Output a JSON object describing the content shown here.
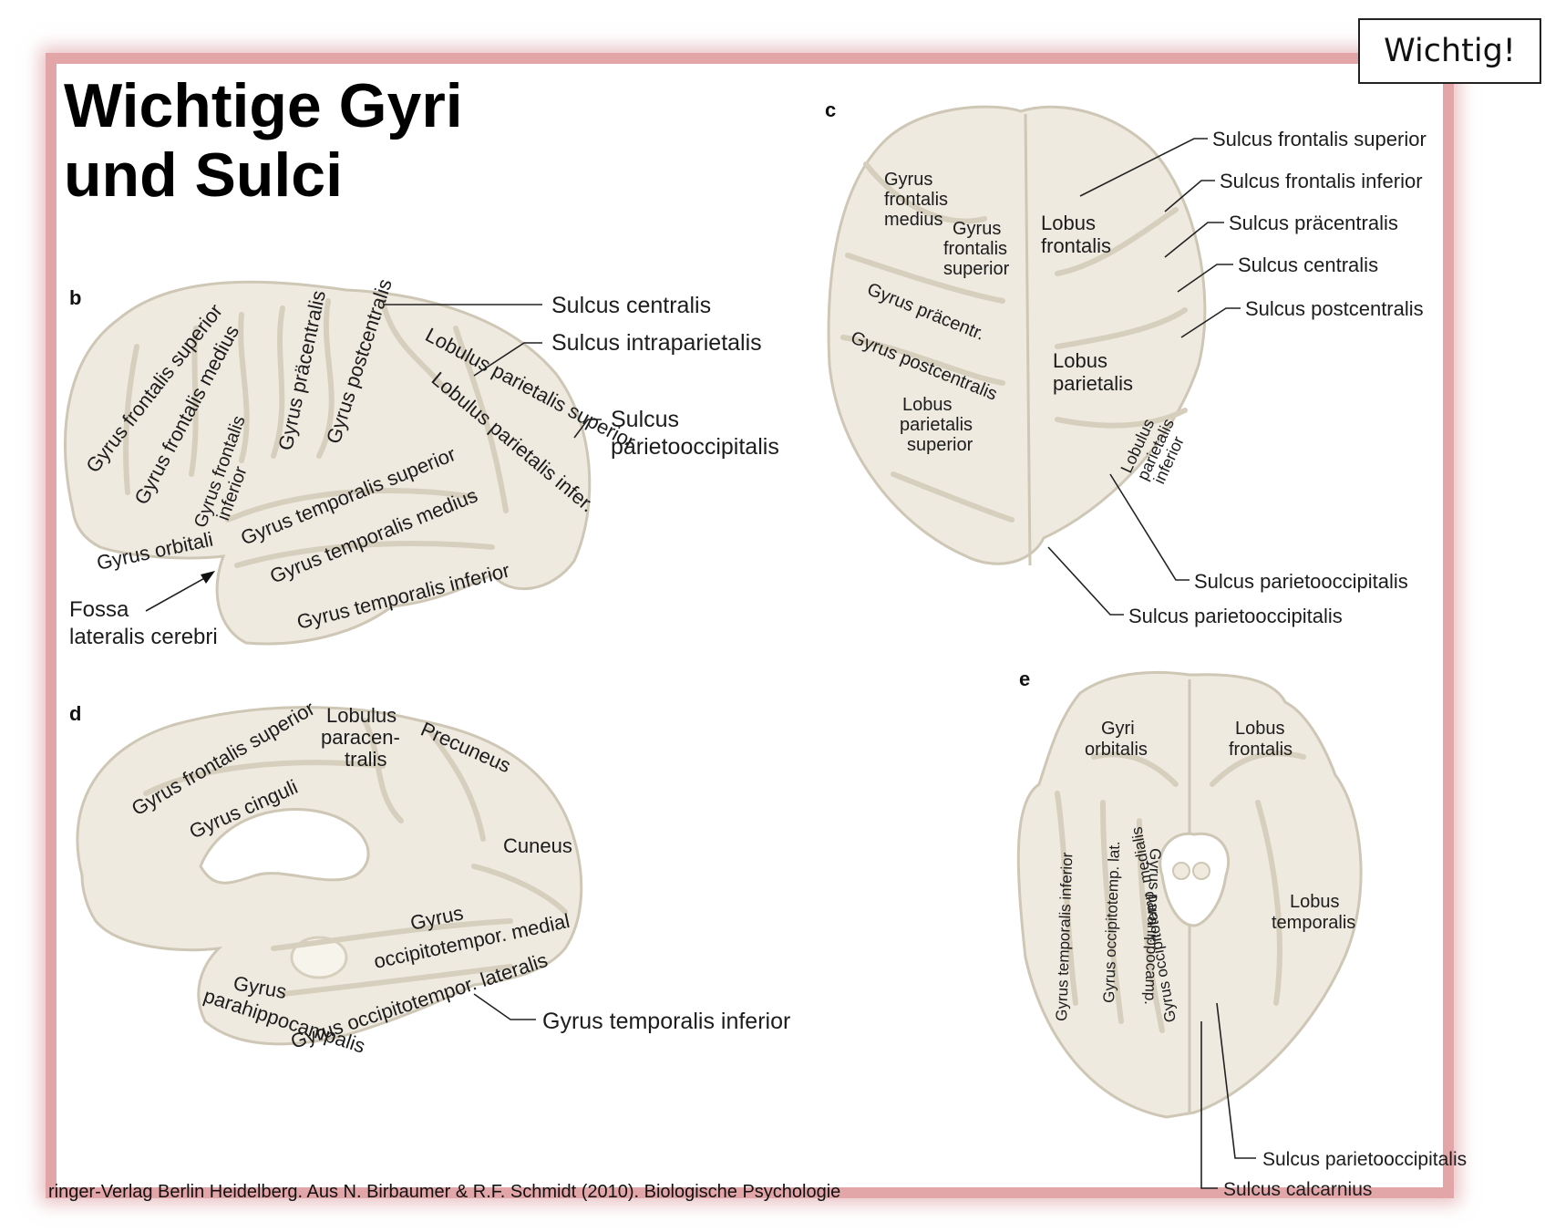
{
  "title_lines": [
    "Wichtige Gyri",
    "und Sulci"
  ],
  "badge": "Wichtig!",
  "footer": "ringer-Verlag Berlin Heidelberg. Aus N. Birbaumer & R.F. Schmidt (2010). Biologische Psychologie",
  "panels": {
    "b": {
      "letter": "b",
      "labels": {
        "gyrus_frontalis_superior": "Gyrus frontalis superior",
        "gyrus_frontalis_medius": "Gyrus frontalis medius",
        "gyrus_frontalis_inferior_1": "Gyrus frontalis",
        "gyrus_frontalis_inferior_2": "inferior",
        "gyrus_praecentralis": "Gyrus präcentralis",
        "gyrus_postcentralis": "Gyrus postcentralis",
        "lobulus_parietalis_superior": "Lobulus parietalis superior",
        "lobulus_parietalis_infer": "Lobulus parietalis infer.",
        "gyrus_temporalis_superior": "Gyrus temporalis superior",
        "gyrus_temporalis_medius": "Gyrus temporalis medius",
        "gyrus_temporalis_inferior": "Gyrus temporalis inferior",
        "gyrus_orbitali": "Gyrus orbitali",
        "fossa_1": "Fossa",
        "fossa_2": "lateralis cerebri",
        "sulcus_centralis": "Sulcus centralis",
        "sulcus_intraparietalis": "Sulcus intraparietalis",
        "sulcus_parietooccipitalis_1": "Sulcus",
        "sulcus_parietooccipitalis_2": "parietooccipitalis"
      }
    },
    "c": {
      "letter": "c",
      "labels": {
        "gyrus_frontalis_medius": [
          "Gyrus",
          "frontalis",
          "medius"
        ],
        "gyrus_frontalis_superior": [
          "Gyrus",
          "frontalis",
          "superior"
        ],
        "lobus_frontalis": [
          "Lobus",
          "frontalis"
        ],
        "gyrus_praecentr": "Gyrus präcentr.",
        "gyrus_postcentralis": "Gyrus postcentralis",
        "lobus_parietalis_superior": [
          "Lobus",
          "parietalis",
          "superior"
        ],
        "lobus_parietalis": [
          "Lobus",
          "parietalis"
        ],
        "lobulus_parietalis_inferior": [
          "Lobulus",
          "parietalis",
          "inferior"
        ],
        "sulcus_frontalis_superior": "Sulcus frontalis superior",
        "sulcus_frontalis_inferior": "Sulcus frontalis inferior",
        "sulcus_praecentralis": "Sulcus präcentralis",
        "sulcus_centralis": "Sulcus centralis",
        "sulcus_postcentralis": "Sulcus postcentralis",
        "sulcus_parietooccipitalis_a": "Sulcus parietooccipitalis",
        "sulcus_parietooccipitalis_b": "Sulcus parietooccipitalis"
      }
    },
    "d": {
      "letter": "d",
      "labels": {
        "gyrus_frontalis_superior": "Gyrus frontalis superior",
        "lobulus_paracentralis": [
          "Lobulus",
          "paracen-",
          "tralis"
        ],
        "precuneus": "Precuneus",
        "gyrus_cinguli": "Gyrus cinguli",
        "cuneus": "Cuneus",
        "gyrus_occipitotempor_medial": [
          "Gyrus",
          "occipitotempor. medial"
        ],
        "gyrus_parahippocampalis": [
          "Gyrus",
          "parahippocampalis"
        ],
        "gyrus_occipitotempor_lateralis": "Gyrus occipitotempor. lateralis",
        "gyrus_temporalis_inferior": "Gyrus temporalis inferior"
      }
    },
    "e": {
      "letter": "e",
      "labels": {
        "gyri_orbitalis": [
          "Gyri",
          "orbitalis"
        ],
        "lobus_frontalis": [
          "Lobus",
          "frontalis"
        ],
        "lobus_temporalis": [
          "Lobus",
          "temporalis"
        ],
        "gyrus_temporalis_inferior": "Gyrus temporalis inferior",
        "gyrus_occipitotemp_lat": "Gyrus occipitotemp. lat.",
        "gyrus_parahippocamp": "Gyrus parahippocamp.",
        "gyrus_occipitotemp_medialis": "Gyrus occipitotemp. medialis",
        "sulcus_parietooccipitalis": "Sulcus parietooccipitalis",
        "sulcus_calcarnius": "Sulcus calcarnius"
      }
    }
  }
}
